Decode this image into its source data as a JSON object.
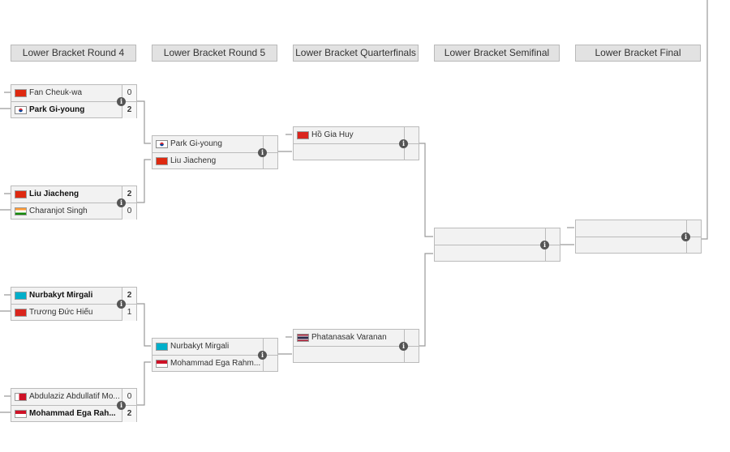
{
  "headers": {
    "round4": "Lower Bracket Round 4",
    "round5": "Lower Bracket Round 5",
    "quarterfinals": "Lower Bracket Quarterfinals",
    "semifinal": "Lower Bracket Semifinal",
    "final": "Lower Bracket Final"
  },
  "info_glyph": "i",
  "round4": [
    {
      "p1": {
        "name": "Fan Cheuk-wa",
        "score": "0",
        "flag": "hong-kong"
      },
      "p2": {
        "name": "Park Gi-young",
        "score": "2",
        "flag": "south-korea"
      }
    },
    {
      "p1": {
        "name": "Liu Jiacheng",
        "score": "2",
        "flag": "china"
      },
      "p2": {
        "name": "Charanjot Singh",
        "score": "0",
        "flag": "india"
      }
    },
    {
      "p1": {
        "name": "Nurbakyt Mirgali",
        "score": "2",
        "flag": "kazakhstan"
      },
      "p2": {
        "name": "Trương Đức Hiếu",
        "score": "1",
        "flag": "vietnam"
      }
    },
    {
      "p1": {
        "name": "Abdulaziz Abdullatif Mo...",
        "score": "0",
        "flag": "bahrain"
      },
      "p2": {
        "name": "Mohammad Ega Rah...",
        "score": "2",
        "flag": "indonesia"
      }
    }
  ],
  "round5": [
    {
      "p1": {
        "name": "Park Gi-young",
        "flag": "south-korea"
      },
      "p2": {
        "name": "Liu Jiacheng",
        "flag": "china"
      }
    },
    {
      "p1": {
        "name": "Nurbakyt Mirgali",
        "flag": "kazakhstan"
      },
      "p2": {
        "name": "Mohammad Ega Rahm...",
        "flag": "indonesia"
      }
    }
  ],
  "quarterfinals": [
    {
      "p1": {
        "name": "Hồ Gia Huy",
        "flag": "vietnam"
      }
    },
    {
      "p1": {
        "name": "Phatanasak Varanan",
        "flag": "thailand"
      }
    }
  ],
  "colors": {
    "header_bg": "#e2e2e2",
    "slot_bg": "#f2f2f2",
    "line": "#999999",
    "info_icon": "#555555"
  }
}
